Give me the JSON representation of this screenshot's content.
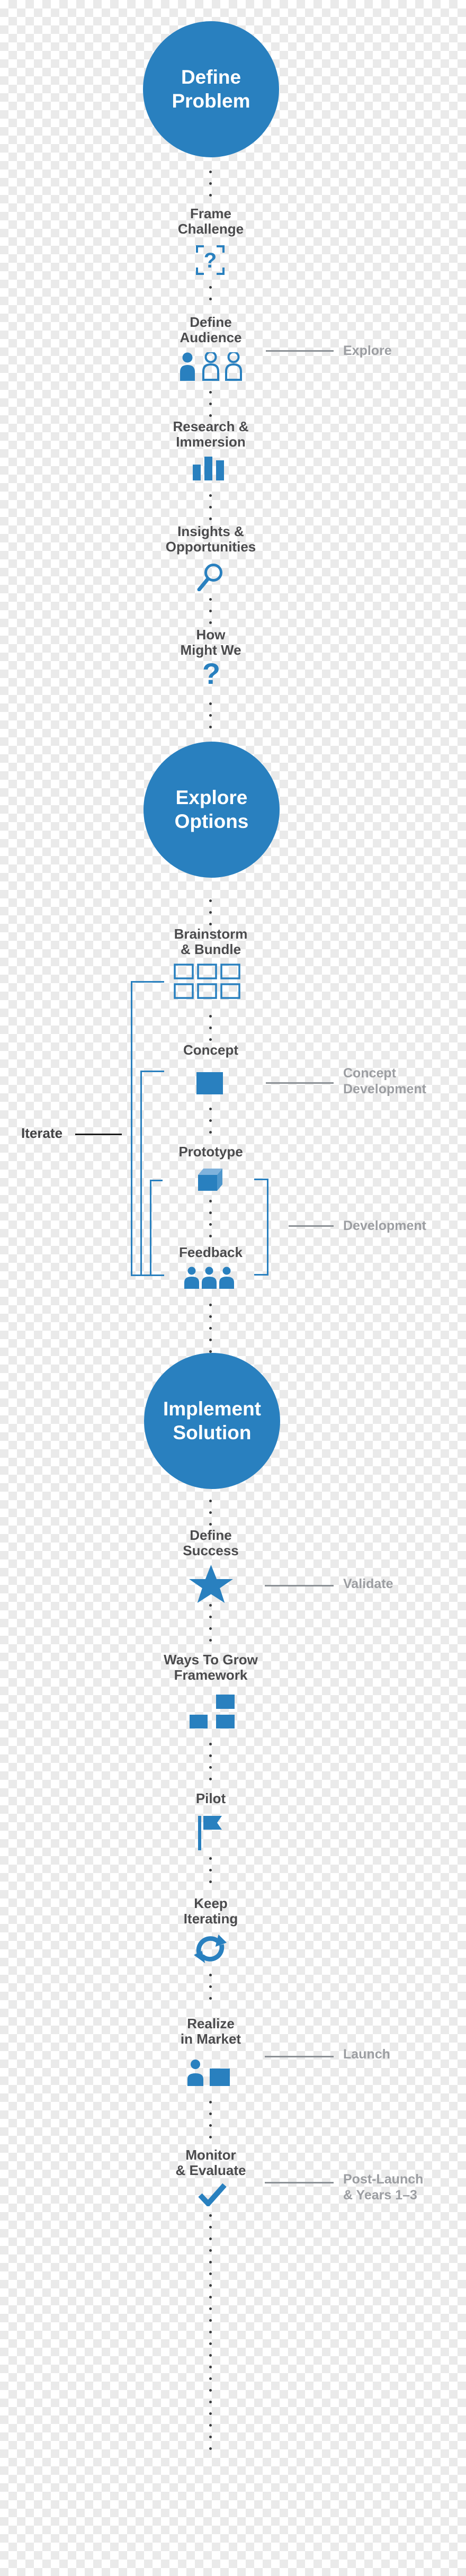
{
  "title": "Design thinking process diagram",
  "colors": {
    "blue": "#2980bf",
    "cube_top": "#7fb2dc",
    "cube_side": "#4f97cc",
    "dark_text": "#4b4b4d",
    "gray_label": "#9c9ea2",
    "gray_line": "#8b9095",
    "black_line": "#1c1c1c",
    "dot": "#3a3c3e",
    "circle_text": "#ffffff"
  },
  "phases": {
    "define_problem": {
      "label": "Define\nProblem"
    },
    "explore_options": {
      "label": "Explore\nOptions"
    },
    "implement_solution": {
      "label": "Implement\nSolution"
    }
  },
  "steps": {
    "frame_challenge": {
      "label": "Frame\nChallenge"
    },
    "define_audience": {
      "label": "Define\nAudience"
    },
    "research_immersion": {
      "label": "Research &\nImmersion"
    },
    "insights_opportunities": {
      "label": "Insights &\nOpportunities"
    },
    "how_might_we": {
      "label": "How\nMight We"
    },
    "brainstorm_bundle": {
      "label": "Brainstorm\n& Bundle"
    },
    "concept": {
      "label": "Concept"
    },
    "prototype": {
      "label": "Prototype"
    },
    "feedback": {
      "label": "Feedback"
    },
    "define_success": {
      "label": "Define\nSuccess"
    },
    "ways_to_grow": {
      "label": "Ways To Grow\nFramework"
    },
    "pilot": {
      "label": "Pilot"
    },
    "keep_iterating": {
      "label": "Keep\nIterating"
    },
    "realize_in_market": {
      "label": "Realize\nin Market"
    },
    "monitor_evaluate": {
      "label": "Monitor\n& Evaluate"
    }
  },
  "side_labels": {
    "explore": "Explore",
    "concept_development": "Concept\nDevelopment",
    "development": "Development",
    "validate": "Validate",
    "launch": "Launch",
    "post_launch": "Post-Launch\n& Years 1–3"
  },
  "iterate": {
    "label": "Iterate"
  },
  "icons": {
    "question_glyph": "?",
    "frame_question": "viewfinder-question-icon",
    "audience_people": "three-people-icon",
    "bar_chart": "bar-chart-icon",
    "magnifier": "search-icon",
    "question_mark": "question-mark-icon",
    "brainstorm_grid": "six-cards-grid-icon",
    "concept_square": "filled-square-icon",
    "prototype_cube": "cube-icon",
    "feedback_people": "three-people-filled-icon",
    "star": "star-icon",
    "grow_squares": "three-squares-icon",
    "flag": "flag-icon",
    "sync_arrows": "circular-arrows-icon",
    "realize_person_box": "person-with-box-icon",
    "checkmark": "checkmark-icon"
  }
}
